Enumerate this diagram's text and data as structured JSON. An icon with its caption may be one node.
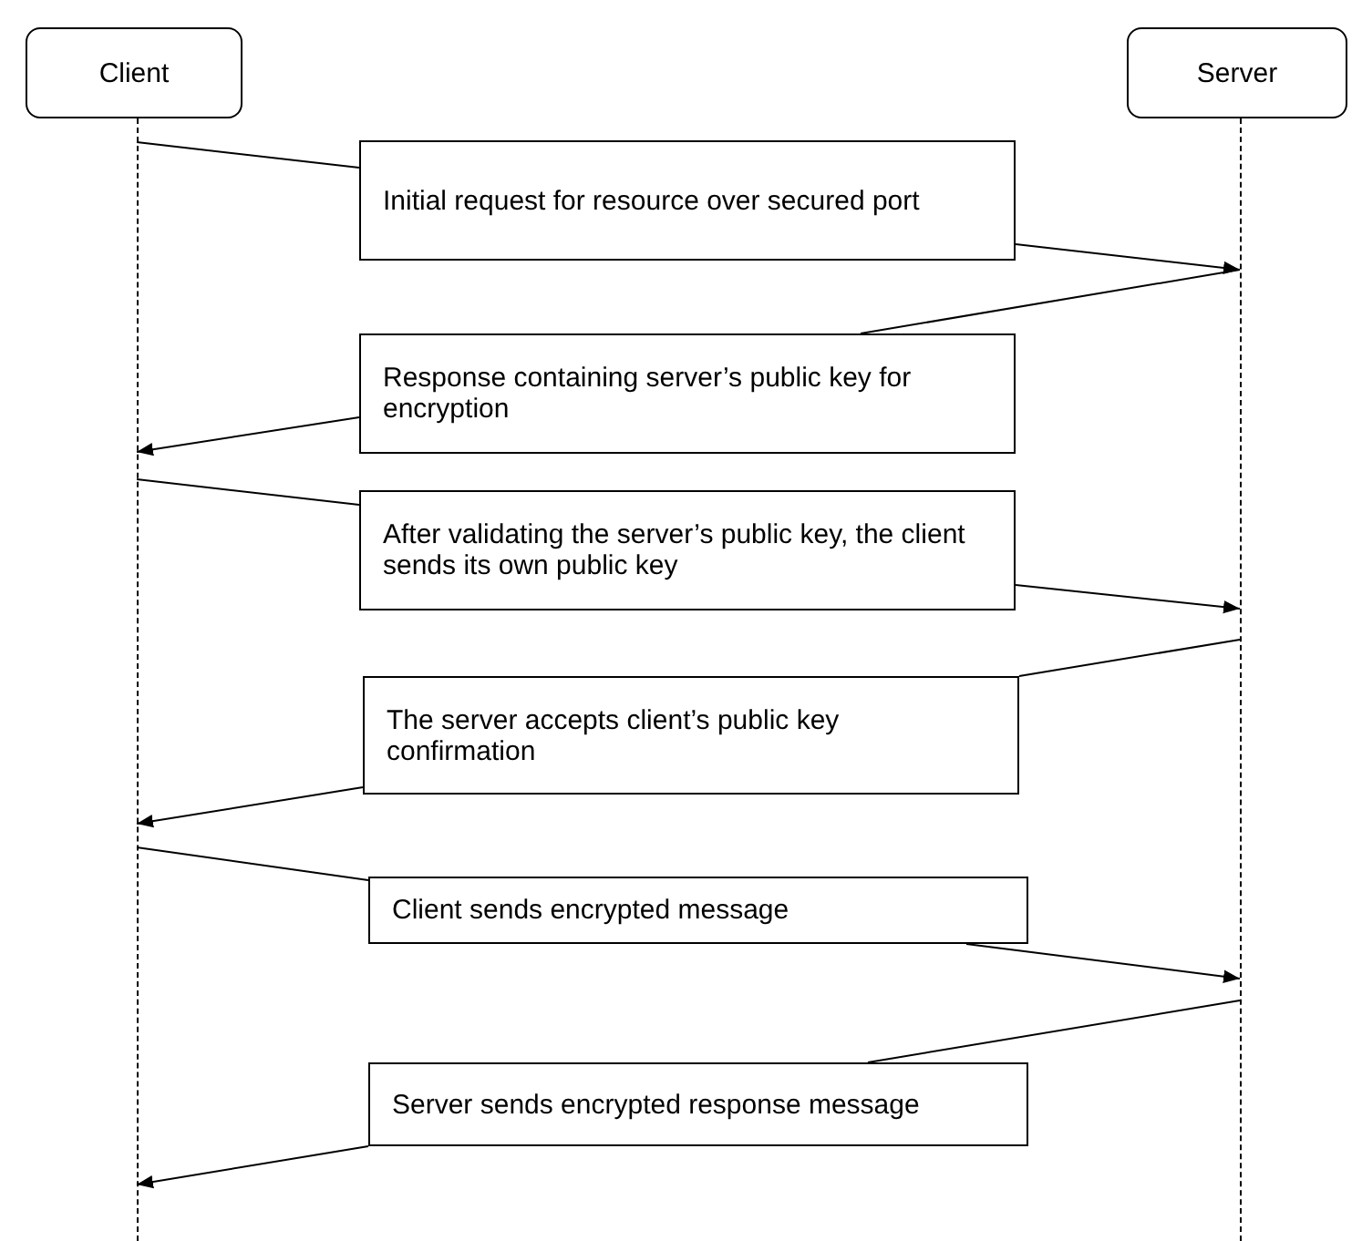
{
  "diagram": {
    "nodes": [
      {
        "text": [
          "Client"
        ]
      },
      {
        "text": [
          "Server"
        ]
      },
      {
        "text": [],
        "shape": "line"
      },
      {
        "text": [],
        "shape": "line"
      },
      {
        "text": [
          "Initial request for resource over secured port"
        ]
      },
      {
        "text": [
          "Response containing server’s public key for encryption"
        ]
      },
      {
        "text": [
          "After validating the server’s public key, the client sends its own public key"
        ]
      },
      {
        "text": [
          "The server accepts client’s public key confirmation"
        ]
      },
      {
        "text": [
          "Client sends encrypted message"
        ]
      },
      {
        "text": [
          "Server sends encrypted response message"
        ]
      }
    ],
    "edges": [
      {
        "from": 2,
        "to": 4,
        "arrow": "none"
      },
      {
        "from": 4,
        "to": 3,
        "arrow": "to"
      },
      {
        "from": 3,
        "to": 5,
        "arrow": "none"
      },
      {
        "from": 5,
        "to": 2,
        "arrow": "to"
      },
      {
        "from": 2,
        "to": 6,
        "arrow": "none"
      },
      {
        "from": 6,
        "to": 3,
        "arrow": "to"
      },
      {
        "from": 3,
        "to": 7,
        "arrow": "none"
      },
      {
        "from": 7,
        "to": 2,
        "arrow": "to"
      },
      {
        "from": 2,
        "to": 8,
        "arrow": "none"
      },
      {
        "from": 8,
        "to": 3,
        "arrow": "to"
      },
      {
        "from": 3,
        "to": 9,
        "arrow": "none"
      },
      {
        "from": 9,
        "to": 2,
        "arrow": "to"
      }
    ]
  }
}
